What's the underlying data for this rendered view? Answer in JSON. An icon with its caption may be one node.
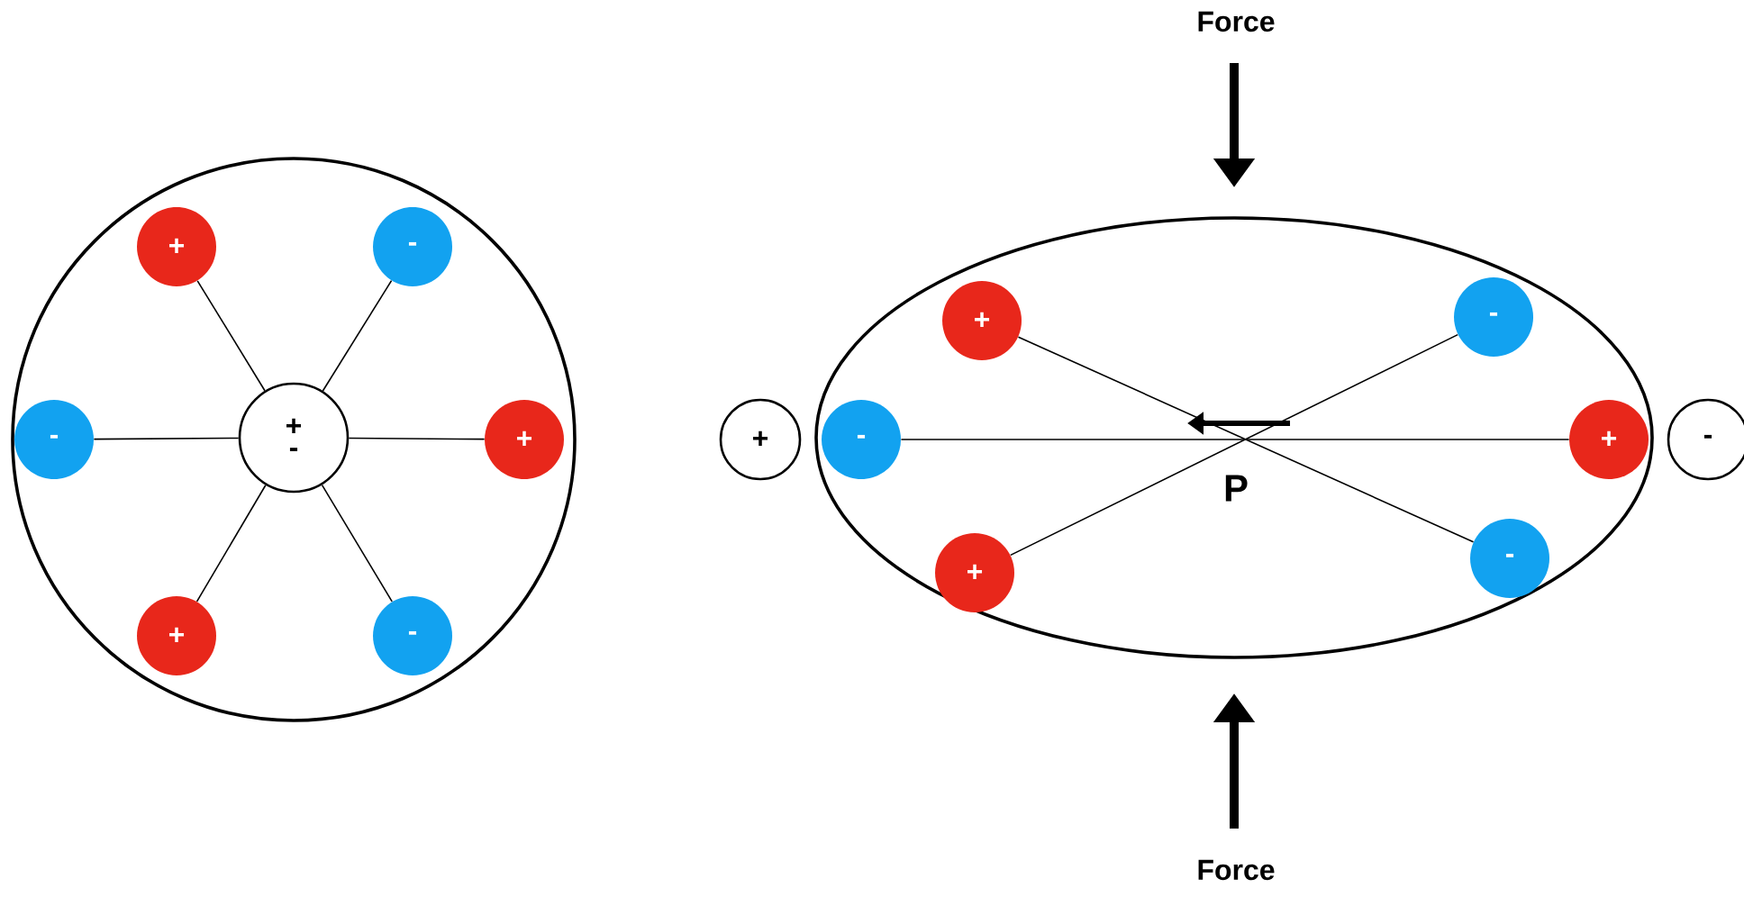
{
  "diagram": {
    "nodes": [
      {
        "text": [],
        "shape": "circle"
      },
      {
        "text": [
          "+"
        ],
        "in": 0
      },
      {
        "text": [
          "-"
        ],
        "in": 0
      },
      {
        "text": [
          "-"
        ],
        "in": 0
      },
      {
        "text": [
          "+",
          "-"
        ],
        "in": 0
      },
      {
        "text": [
          "+"
        ],
        "in": 0
      },
      {
        "text": [
          "+"
        ],
        "in": 0
      },
      {
        "text": [
          "-"
        ],
        "in": 0
      },
      {
        "text": [
          "+"
        ]
      },
      {
        "text": [],
        "shape": "ellipse"
      },
      {
        "text": [
          "+"
        ],
        "in": 9
      },
      {
        "text": [
          "-"
        ],
        "in": 9
      },
      {
        "text": [
          "-"
        ],
        "in": 9
      },
      {
        "text": [
          "+"
        ],
        "in": 9
      },
      {
        "text": [
          "+"
        ],
        "in": 9
      },
      {
        "text": [
          "-"
        ],
        "in": 9
      },
      {
        "text": [
          "-"
        ]
      }
    ],
    "edges": [
      {
        "from": 4,
        "to": 1,
        "arrow": "none"
      },
      {
        "from": 4,
        "to": 2,
        "arrow": "none"
      },
      {
        "from": 4,
        "to": 3,
        "arrow": "none"
      },
      {
        "from": 4,
        "to": 5,
        "arrow": "none"
      },
      {
        "from": 4,
        "to": 6,
        "arrow": "none"
      },
      {
        "from": 4,
        "to": 7,
        "arrow": "none"
      },
      {
        "from": 10,
        "to": 15,
        "arrow": "none"
      },
      {
        "from": 14,
        "to": 11,
        "arrow": "none"
      },
      {
        "from": 12,
        "to": 13,
        "arrow": "none"
      }
    ],
    "labels": [
      "Force",
      "P",
      "Force"
    ]
  }
}
